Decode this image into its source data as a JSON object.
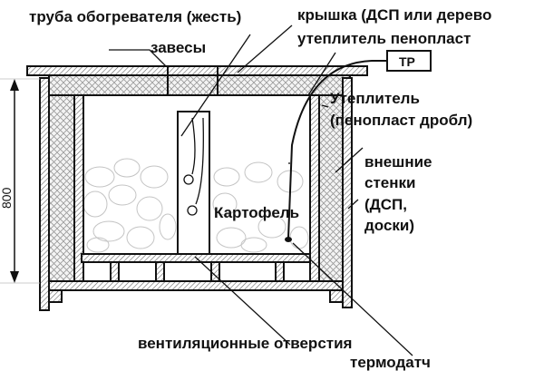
{
  "labels": {
    "heater_pipe": "труба обогревателя (жесть)",
    "lid": "крышка (ДСП или дерево",
    "hinges": "завесы",
    "top_insulation": "утеплитель пенопласт",
    "thermostat_box": "ТР",
    "wall_insulation_1": "Утеплитель",
    "wall_insulation_2": "(пенопласт дробл)",
    "outer_walls_1": "внешние",
    "outer_walls_2": "стенки",
    "outer_walls_3": "(ДСП,",
    "outer_walls_4": "доски)",
    "potatoes": "Картофель",
    "vents": "вентиляционные отверстия",
    "thermosensor": "термодатч",
    "dimension": "800"
  },
  "colors": {
    "stroke": "#111111",
    "hatch": "#555555",
    "potato": "#bbbbbb"
  }
}
